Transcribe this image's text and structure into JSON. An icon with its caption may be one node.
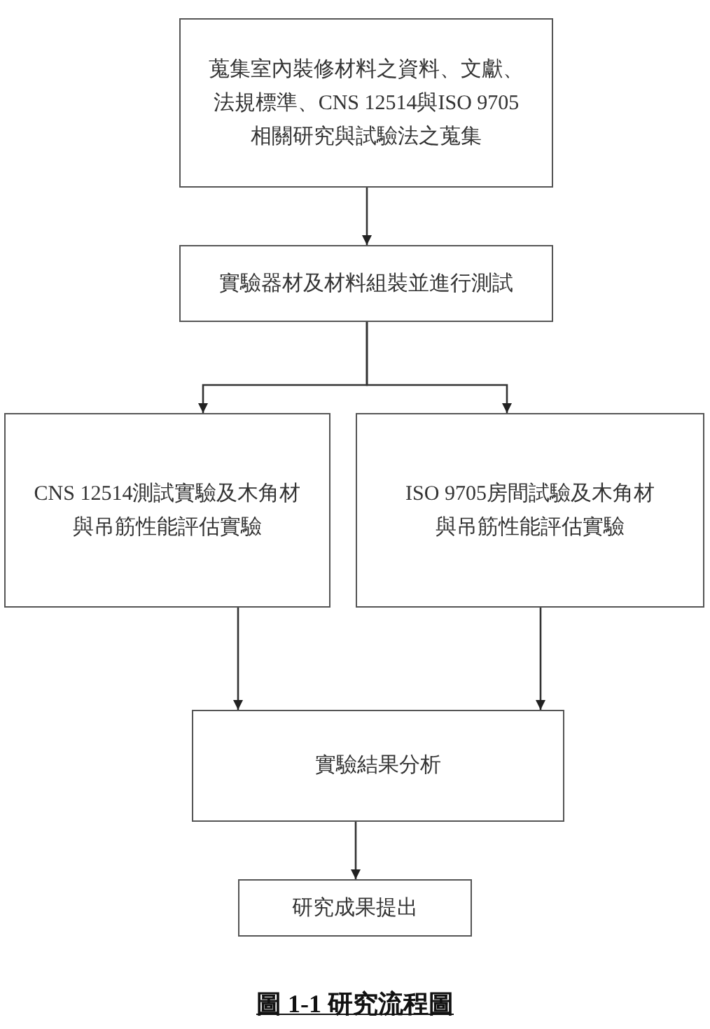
{
  "diagram": {
    "caption": "圖 1-1 研究流程圖",
    "nodes": [
      {
        "text": [
          "蒐集室內裝修材料之資料、文獻、法規標準、CNS 12514與ISO 9705相關研究與試驗法之蒐集"
        ]
      },
      {
        "text": [
          "實驗器材及材料組裝並進行測試"
        ]
      },
      {
        "text": [
          "CNS 12514測試實驗及木角材與吊筋性能評估實驗"
        ]
      },
      {
        "text": [
          "ISO 9705房間試驗及木角材與吊筋性能評估實驗"
        ]
      },
      {
        "text": [
          "實驗結果分析"
        ]
      },
      {
        "text": [
          "研究成果提出"
        ]
      }
    ],
    "edges": [
      {
        "from": 0,
        "to": 1,
        "arrow": "to"
      },
      {
        "from": 1,
        "to": 2,
        "arrow": "to"
      },
      {
        "from": 1,
        "to": 3,
        "arrow": "to"
      },
      {
        "from": 2,
        "to": 4,
        "arrow": "to"
      },
      {
        "from": 3,
        "to": 4,
        "arrow": "to"
      },
      {
        "from": 4,
        "to": 5,
        "arrow": "to"
      }
    ]
  }
}
